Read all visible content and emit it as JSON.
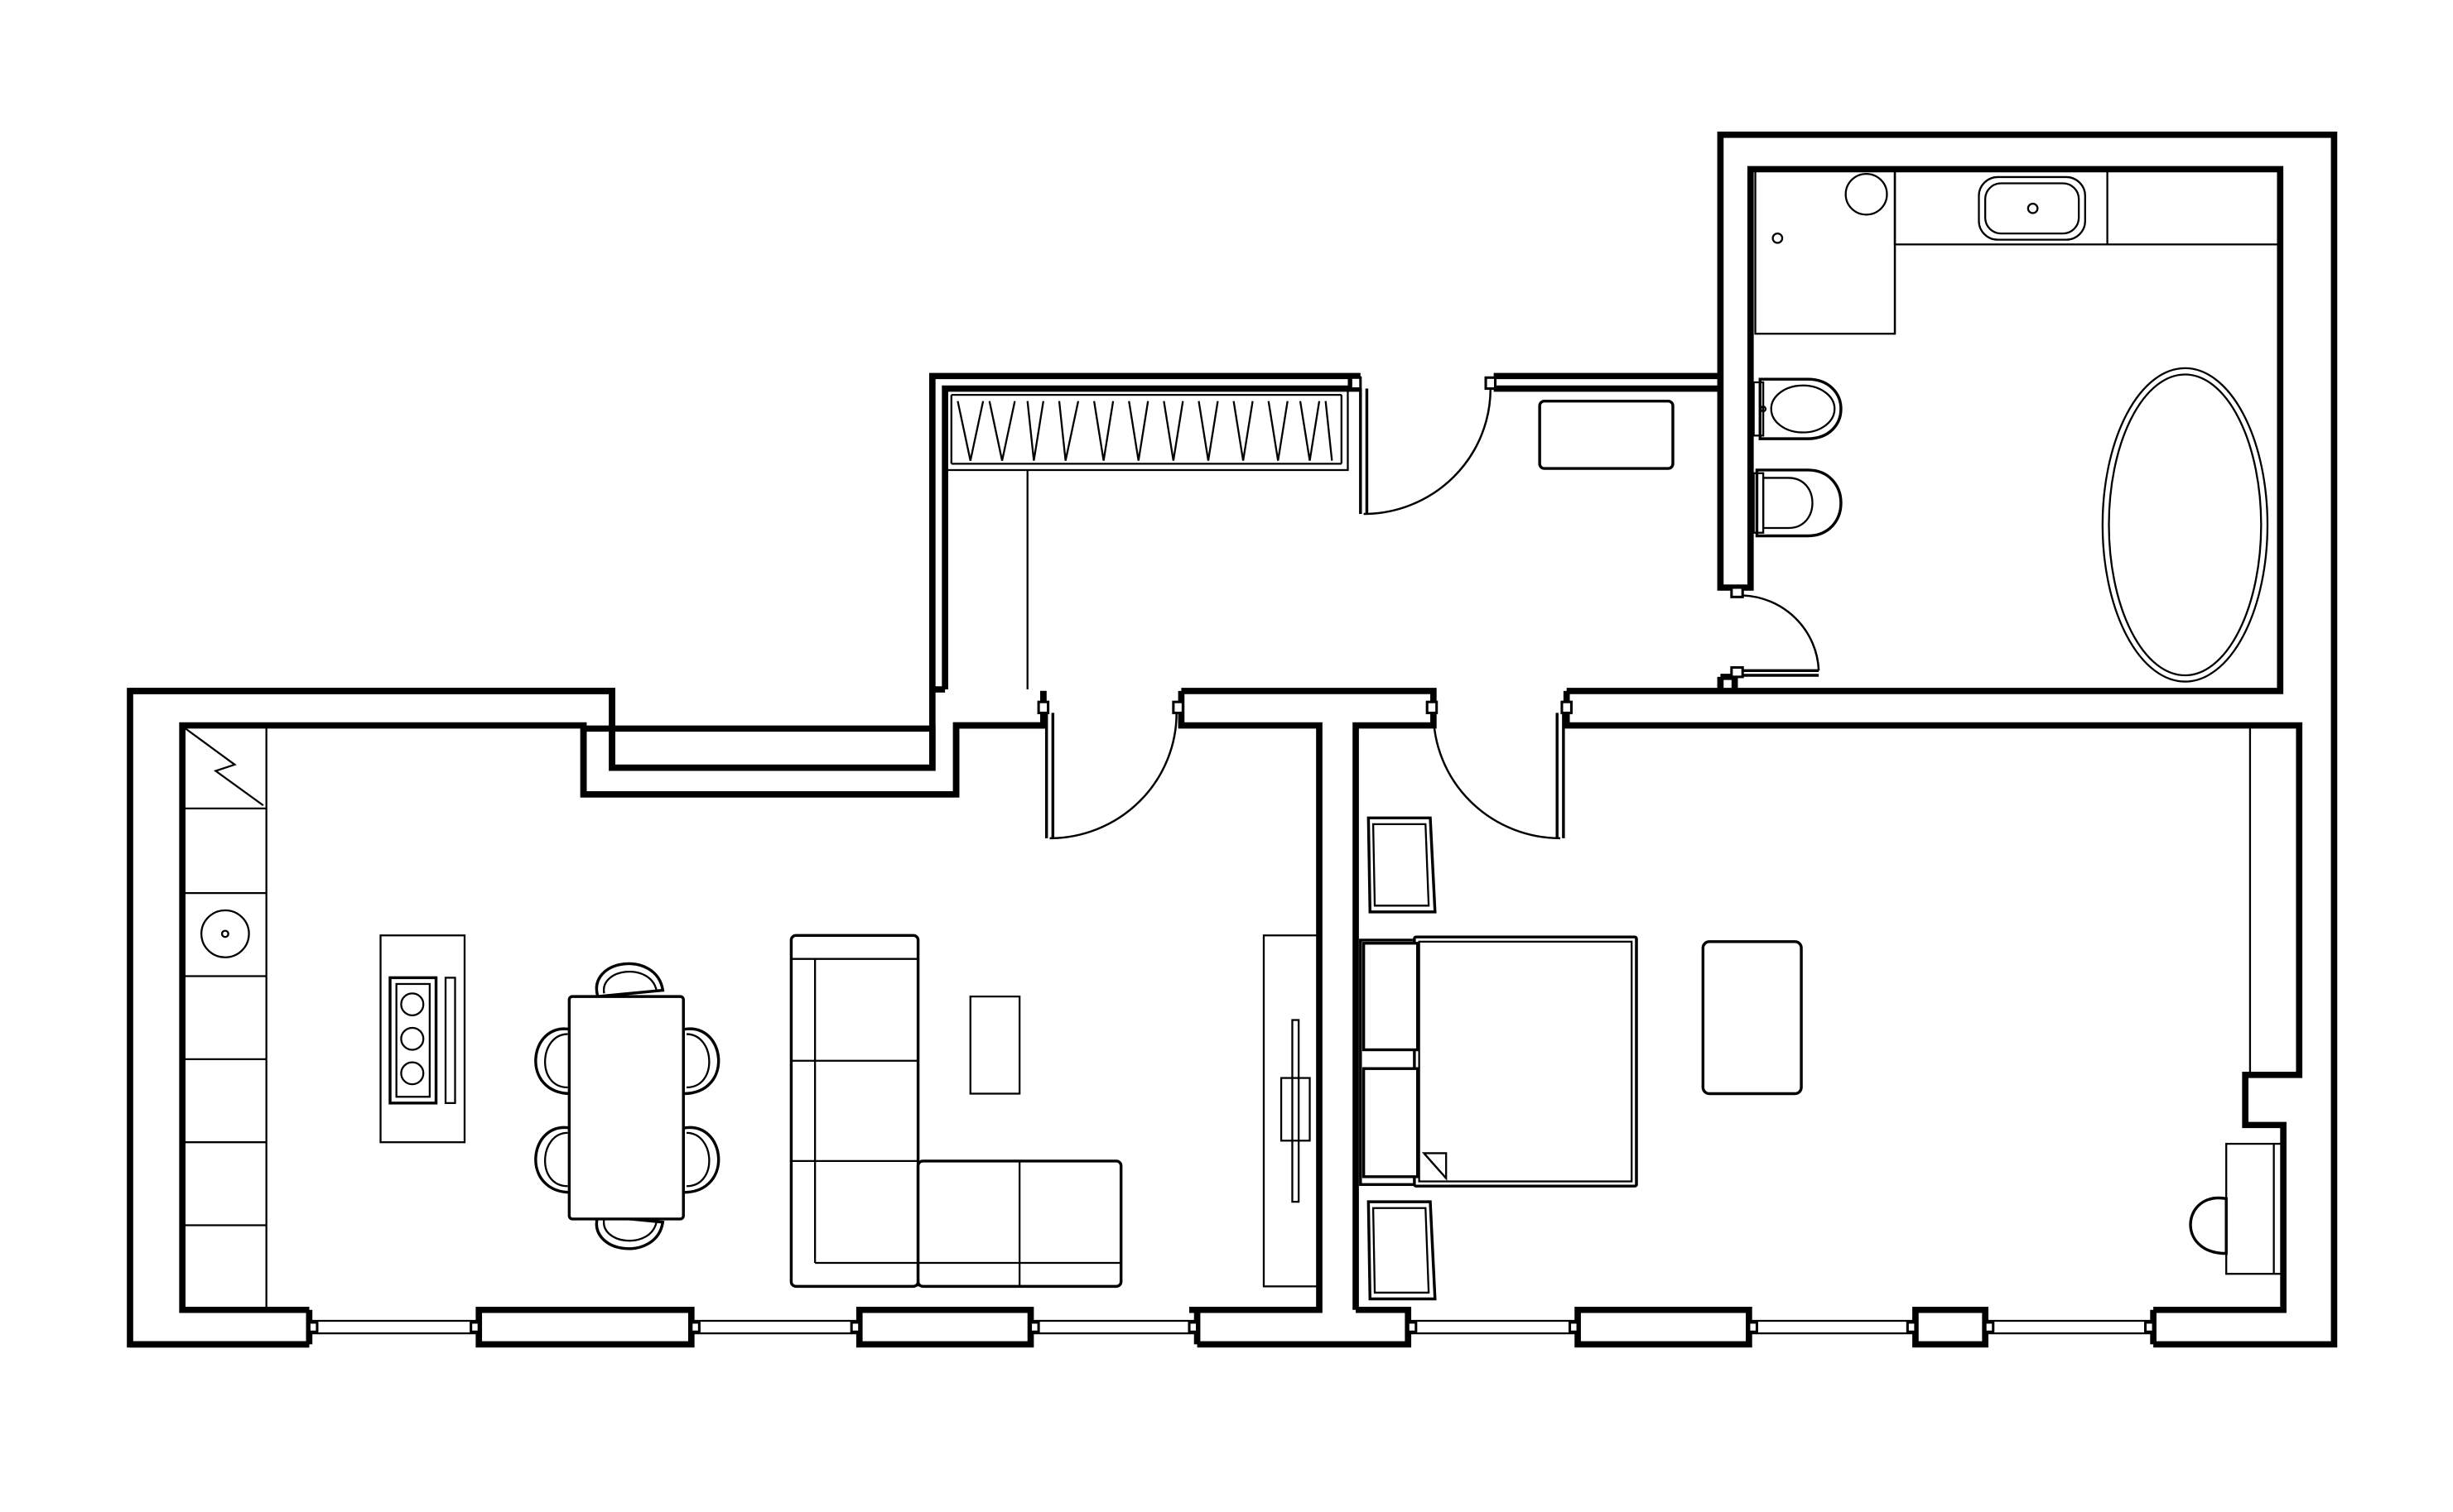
{
  "drawing": {
    "type": "architectural floor plan",
    "labels": [],
    "colors": {
      "ink": "#000000",
      "paper": "#ffffff"
    }
  },
  "rooms": [
    {
      "id": "living-kitchen",
      "contains": [
        "kitchen-counter",
        "sink",
        "cooktop-island",
        "dining-table",
        "six-chairs",
        "sectional-sofa",
        "coffee-table",
        "tv-console"
      ]
    },
    {
      "id": "bedroom",
      "contains": [
        "double-bed",
        "two-nightstands",
        "two-armchairs",
        "ottoman",
        "wardrobe",
        "desk",
        "desk-chair"
      ]
    },
    {
      "id": "hallway",
      "contains": [
        "built-in-wardrobe",
        "bench"
      ]
    },
    {
      "id": "bathroom",
      "contains": [
        "shower",
        "vanity-sink",
        "toilet",
        "bidet",
        "oval-bathtub"
      ]
    }
  ],
  "doors": [
    {
      "id": "entrance-door"
    },
    {
      "id": "living-door"
    },
    {
      "id": "bedroom-door"
    },
    {
      "id": "bathroom-door"
    }
  ],
  "windows": [
    {
      "id": "living-window-1"
    },
    {
      "id": "living-window-2"
    },
    {
      "id": "living-window-3"
    },
    {
      "id": "bedroom-window-1"
    },
    {
      "id": "bedroom-window-2"
    },
    {
      "id": "bedroom-window-3"
    }
  ]
}
